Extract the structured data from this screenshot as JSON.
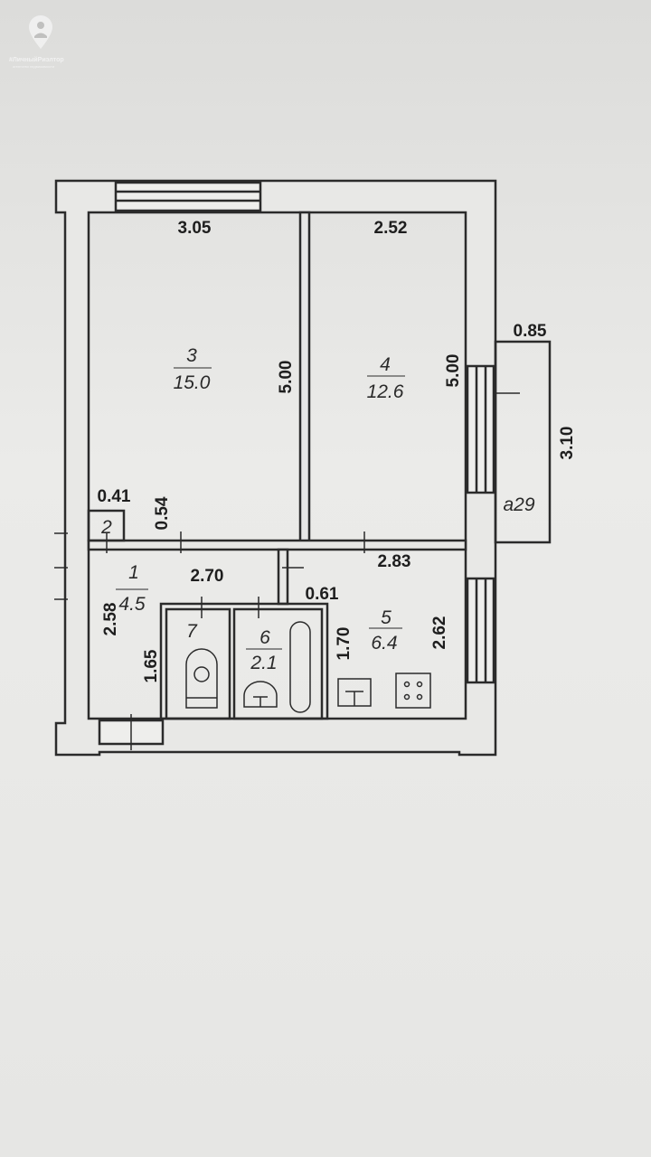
{
  "watermark": {
    "brand": "#ЛичныйРиэлтор",
    "tagline": "агентство недвижимости"
  },
  "rooms": [
    {
      "number": "3",
      "area": "15.0"
    },
    {
      "number": "4",
      "area": "12.6"
    },
    {
      "number": "2"
    },
    {
      "number": "1",
      "area": "4.5"
    },
    {
      "number": "7"
    },
    {
      "number": "6",
      "area": "2.1"
    },
    {
      "number": "5",
      "area": "6.4"
    }
  ],
  "balcony": {
    "area": "a29"
  },
  "dimensions": {
    "room3_width": "3.05",
    "room4_width": "2.52",
    "room3_length": "5.00",
    "room4_length": "5.00",
    "balcony_width": "0.85",
    "balcony_length": "3.10",
    "closet_width": "0.41",
    "closet_depth": "0.54",
    "hall_width": "2.70",
    "kitchen_width": "2.83",
    "passage_width": "0.61",
    "hall_length": "2.58",
    "wc_length": "1.65",
    "bath_length": "1.70",
    "kitchen_length": "2.62"
  },
  "colors": {
    "wall": "#2b2b2b",
    "paper": "#e6e6e4",
    "wall_fill": "#e8e8e6"
  }
}
